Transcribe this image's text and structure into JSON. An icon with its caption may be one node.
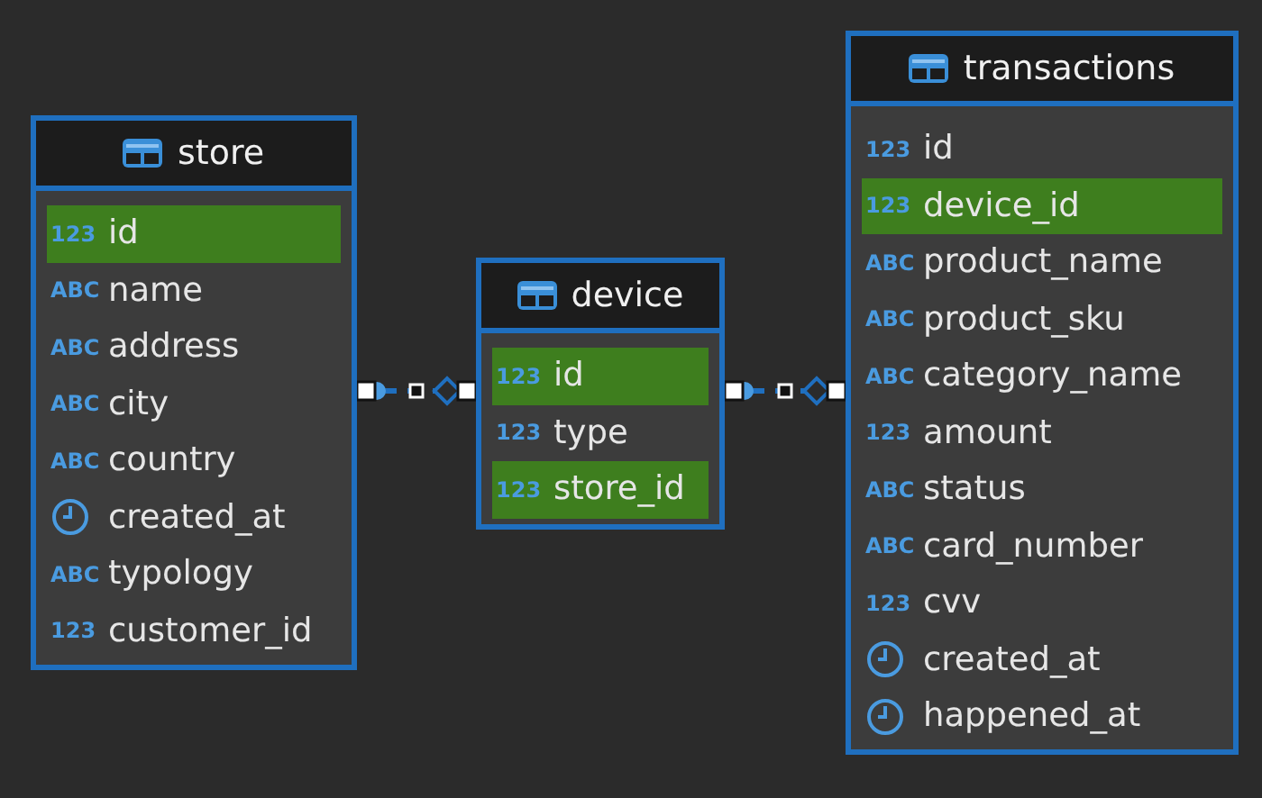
{
  "diagram": {
    "nodes": [
      {
        "text": [
          "store"
        ]
      },
      {
        "text": [
          "123",
          "id"
        ],
        "in": 0
      },
      {
        "text": [
          "ABC",
          "name"
        ],
        "in": 0
      },
      {
        "text": [
          "ABC",
          "address"
        ],
        "in": 0
      },
      {
        "text": [
          "ABC",
          "city"
        ],
        "in": 0
      },
      {
        "text": [
          "ABC",
          "country"
        ],
        "in": 0
      },
      {
        "text": [
          "created_at"
        ],
        "in": 0
      },
      {
        "text": [
          "ABC",
          "typology"
        ],
        "in": 0
      },
      {
        "text": [
          "123",
          "customer_id"
        ],
        "in": 0
      },
      {
        "text": [
          "device"
        ]
      },
      {
        "text": [
          "123",
          "id"
        ],
        "in": 9
      },
      {
        "text": [
          "123",
          "type"
        ],
        "in": 9
      },
      {
        "text": [
          "123",
          "store_id"
        ],
        "in": 9
      },
      {
        "text": [
          "transactions"
        ]
      },
      {
        "text": [
          "123",
          "id"
        ],
        "in": 13
      },
      {
        "text": [
          "123",
          "device_id"
        ],
        "in": 13
      },
      {
        "text": [
          "ABC",
          "product_name"
        ],
        "in": 13
      },
      {
        "text": [
          "ABC",
          "product_sku"
        ],
        "in": 13
      },
      {
        "text": [
          "ABC",
          "category_name"
        ],
        "in": 13
      },
      {
        "text": [
          "123",
          "amount"
        ],
        "in": 13
      },
      {
        "text": [
          "ABC",
          "status"
        ],
        "in": 13
      },
      {
        "text": [
          "ABC",
          "card_number"
        ],
        "in": 13
      },
      {
        "text": [
          "123",
          "cvv"
        ],
        "in": 13
      },
      {
        "text": [
          "created_at"
        ],
        "in": 13
      },
      {
        "text": [
          "happened_at"
        ],
        "in": 13
      }
    ],
    "edges": [
      {
        "from": 0,
        "to": 9,
        "arrow": "other",
        "style": "dashed"
      },
      {
        "from": 9,
        "to": 13,
        "arrow": "other",
        "style": "dashed"
      }
    ]
  }
}
